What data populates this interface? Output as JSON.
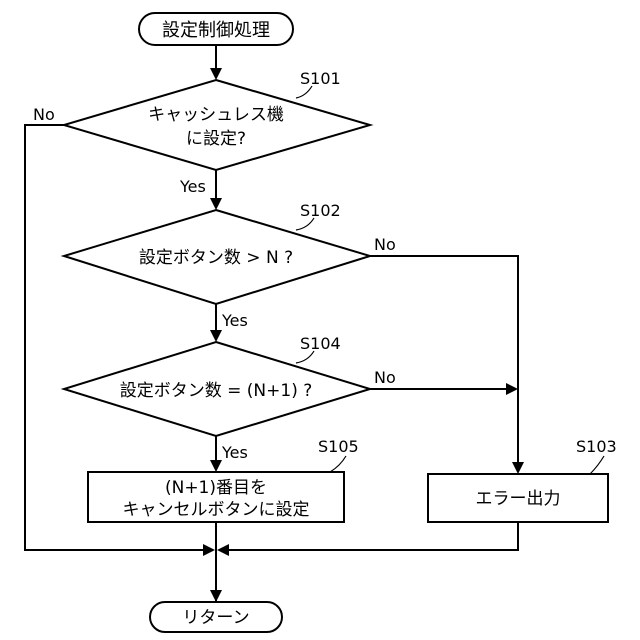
{
  "start": {
    "label": "設定制御処理"
  },
  "end": {
    "label": "リターン"
  },
  "decisions": {
    "s101": {
      "step": "S101",
      "line1": "キャッシュレス機",
      "line2": "に設定?",
      "yes": "Yes",
      "no": "No"
    },
    "s102": {
      "step": "S102",
      "text": "設定ボタン数 > N ?",
      "yes": "Yes",
      "no": "No"
    },
    "s104": {
      "step": "S104",
      "text": "設定ボタン数 = (N+1) ?",
      "yes": "Yes",
      "no": "No"
    }
  },
  "processes": {
    "s105": {
      "step": "S105",
      "line1": "(N+1)番目を",
      "line2": "キャンセルボタンに設定"
    },
    "s103": {
      "step": "S103",
      "text": "エラー出力"
    }
  }
}
